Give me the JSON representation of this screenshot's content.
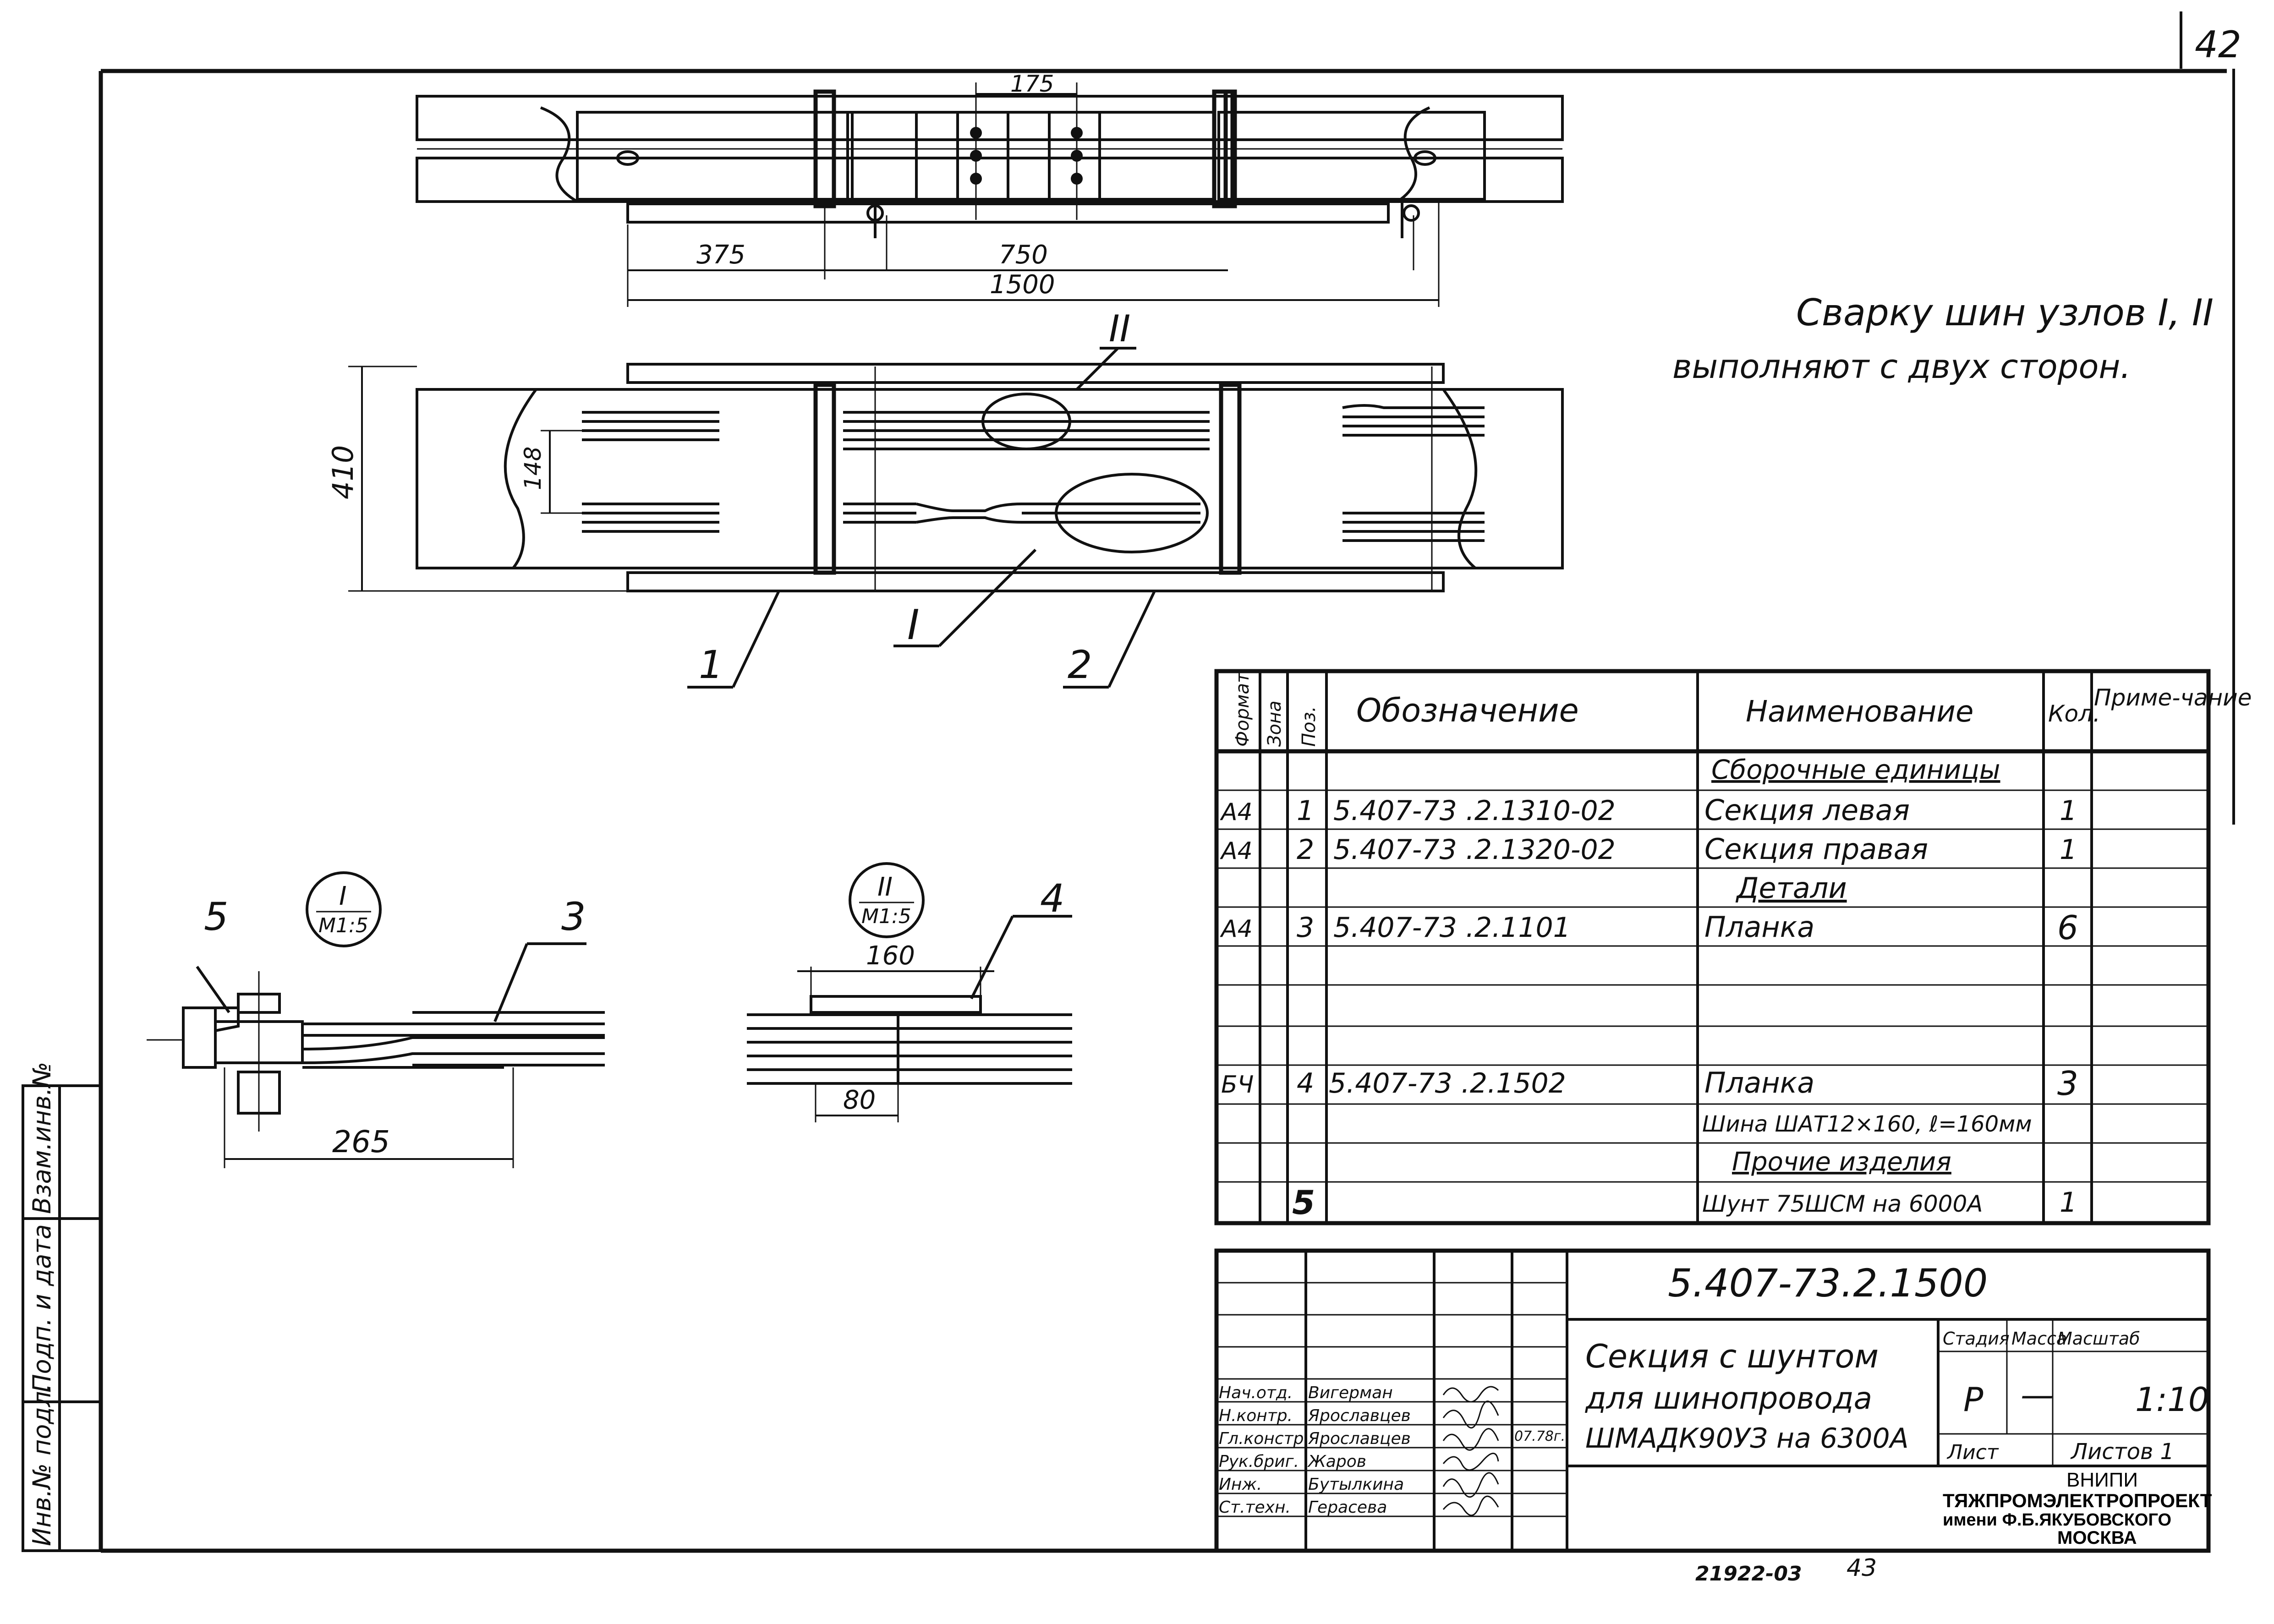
{
  "sheet": {
    "page_number": "42",
    "note_line1": "Сварку шин узлов I, II",
    "note_line2": "выполняют с двух сторон."
  },
  "top_view": {
    "dim_top": "175",
    "dim_left": "375",
    "dim_middle": "750",
    "dim_total": "1500"
  },
  "plan_view": {
    "dim_height": "410",
    "dim_inner": "148",
    "callout_node2": "II",
    "callout_node1": "I",
    "leader_1": "1",
    "leader_2": "2"
  },
  "detail_1": {
    "label": "I",
    "scale": "M1:5",
    "pos_5": "5",
    "pos_3": "3",
    "dim": "265"
  },
  "detail_2": {
    "label": "II",
    "scale": "M1:5",
    "pos_4": "4",
    "dim_top": "160",
    "dim_bottom": "80"
  },
  "spec_table": {
    "headers": {
      "format": "Формат",
      "zone": "Зона",
      "pos": "Поз.",
      "designation": "Обозначение",
      "name": "Наименование",
      "qty": "Кол.",
      "note": "Приме-чание"
    },
    "section_assembly": "Сборочные единицы",
    "section_details": "Детали",
    "section_other": "Прочие изделия",
    "rows": [
      {
        "format": "А4",
        "pos": "1",
        "designation": "5.407-73 .2.1310-02",
        "name": "Секция левая",
        "qty": "1"
      },
      {
        "format": "А4",
        "pos": "2",
        "designation": "5.407-73 .2.1320-02",
        "name": "Секция правая",
        "qty": "1"
      },
      {
        "format": "А4",
        "pos": "3",
        "designation": "5.407-73 .2.1101",
        "name": "Планка",
        "qty": "6"
      },
      {
        "format": "БЧ",
        "pos": "4",
        "designation": "5.407-73 .2.1502",
        "name": "Планка",
        "qty": "3"
      },
      {
        "format": "",
        "pos": "",
        "designation": "",
        "name": "Шина ШАТ12×160, ℓ=160мм",
        "qty": ""
      },
      {
        "format": "",
        "pos": "5",
        "designation": "",
        "name": "Шунт 75ШСМ на 6000А",
        "qty": "1"
      }
    ]
  },
  "title_block": {
    "doc_number": "5.407-73.2.1500",
    "title_line1": "Секция с шунтом",
    "title_line2": "для шинопровода",
    "title_line3": "ШМАДК90УЗ на 6300А",
    "stage_label": "Стадия",
    "mass_label": "Масса",
    "scale_label": "Масштаб",
    "stage_value": "Р",
    "mass_value": "—",
    "scale_value": "1:10",
    "sheet_label": "Лист",
    "sheets_label": "Листов 1",
    "org_line1": "ВНИПИ",
    "org_line2": "ТЯЖПРОМЭЛЕКТРОПРОЕКТ",
    "org_line3": "имени Ф.Б.ЯКУБОВСКОГО",
    "org_line4": "МОСКВА",
    "date": "07.78г.",
    "roles": [
      {
        "role": "Нач.отд.",
        "person": "Вигерман"
      },
      {
        "role": "Н.контр.",
        "person": "Ярославцев"
      },
      {
        "role": "Гл.констр.",
        "person": "Ярославцев"
      },
      {
        "role": "Рук.бриг.",
        "person": "Жаров"
      },
      {
        "role": "Инж.",
        "person": "Бутылкина"
      },
      {
        "role": "Ст.техн.",
        "person": "Герасева"
      }
    ]
  },
  "left_stamps": {
    "stamp1": "Инв.№ подл.",
    "stamp2": "Подп. и дата",
    "stamp3": "Взам.инв.№"
  },
  "footer": {
    "code": "21922-03",
    "page": "43"
  }
}
